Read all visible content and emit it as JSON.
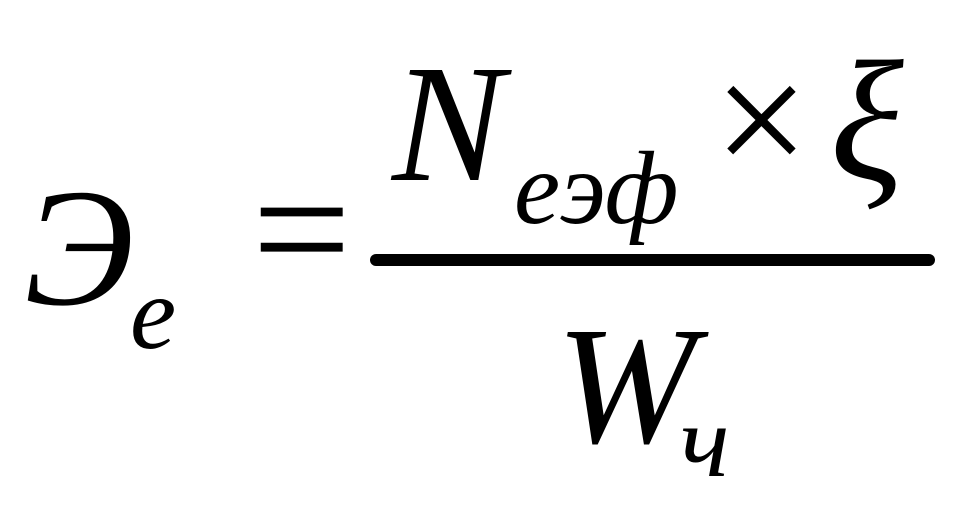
{
  "formula": {
    "lhs": {
      "symbol": "Э",
      "subscript": "e"
    },
    "operator_equals": "=",
    "numerator": {
      "main": "N",
      "subscript": "eэф",
      "operator_times": "×",
      "factor": "ξ"
    },
    "denominator": {
      "main": "W",
      "subscript": "ч"
    }
  }
}
